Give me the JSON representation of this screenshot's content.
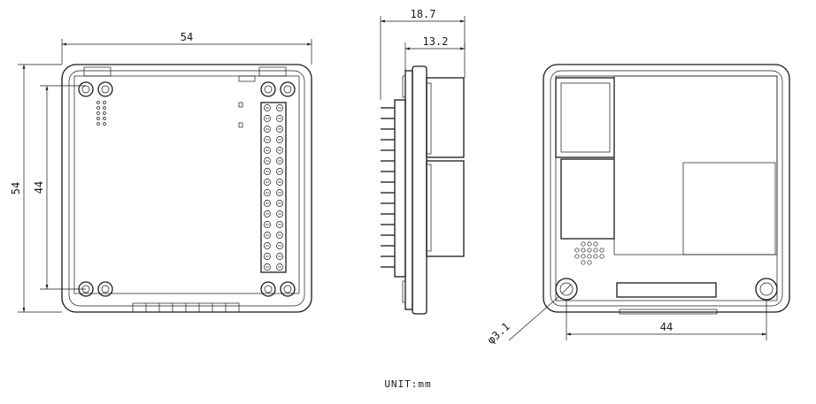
{
  "dimensions": {
    "front_width": "54",
    "front_height": "54",
    "front_hole_pitch": "44",
    "side_total_depth": "18.7",
    "side_body_depth": "13.2",
    "back_hole_pitch": "44",
    "hole_diameter": "φ3.1"
  },
  "unit_label": "UNIT:mm"
}
